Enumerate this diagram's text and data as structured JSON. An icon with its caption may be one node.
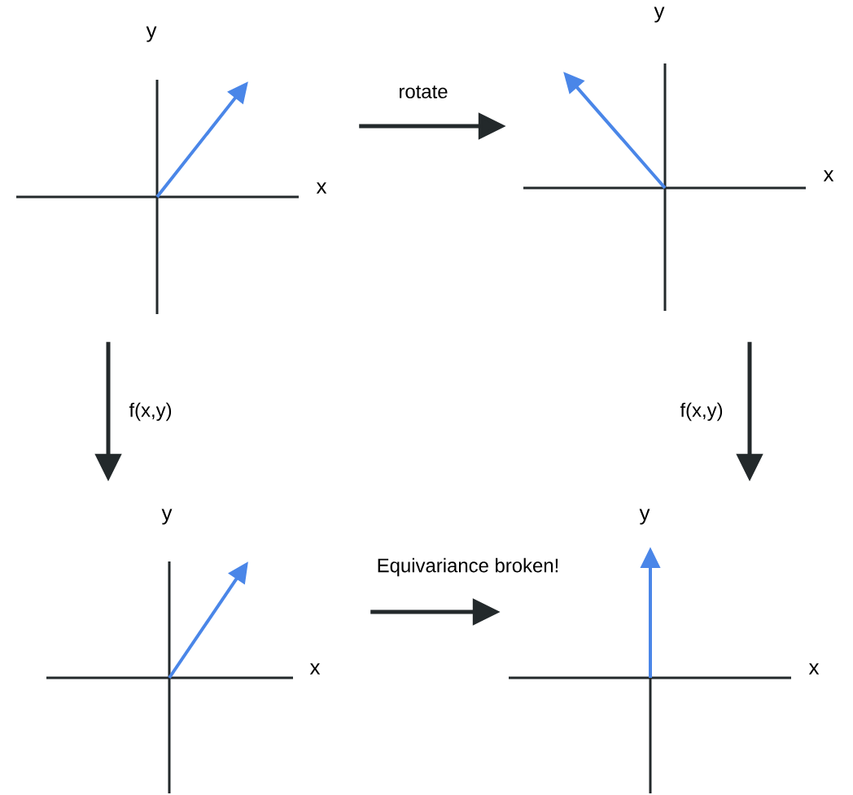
{
  "diagram": {
    "nodes": [
      {
        "text": [
          "y",
          "x"
        ]
      },
      {
        "text": [
          "y",
          "x"
        ]
      },
      {
        "text": [
          "y",
          "x"
        ]
      },
      {
        "text": [
          "y",
          "x"
        ]
      }
    ],
    "edges": [
      {
        "from": 0,
        "to": 1,
        "arrow": "to",
        "label": "rotate"
      },
      {
        "from": 0,
        "to": 2,
        "arrow": "to",
        "label": "f(x,y)"
      },
      {
        "from": 1,
        "to": 3,
        "arrow": "to",
        "label": "f(x,y)"
      },
      {
        "from": 2,
        "to": 3,
        "arrow": "to",
        "label": "Equivariance broken!"
      }
    ]
  }
}
